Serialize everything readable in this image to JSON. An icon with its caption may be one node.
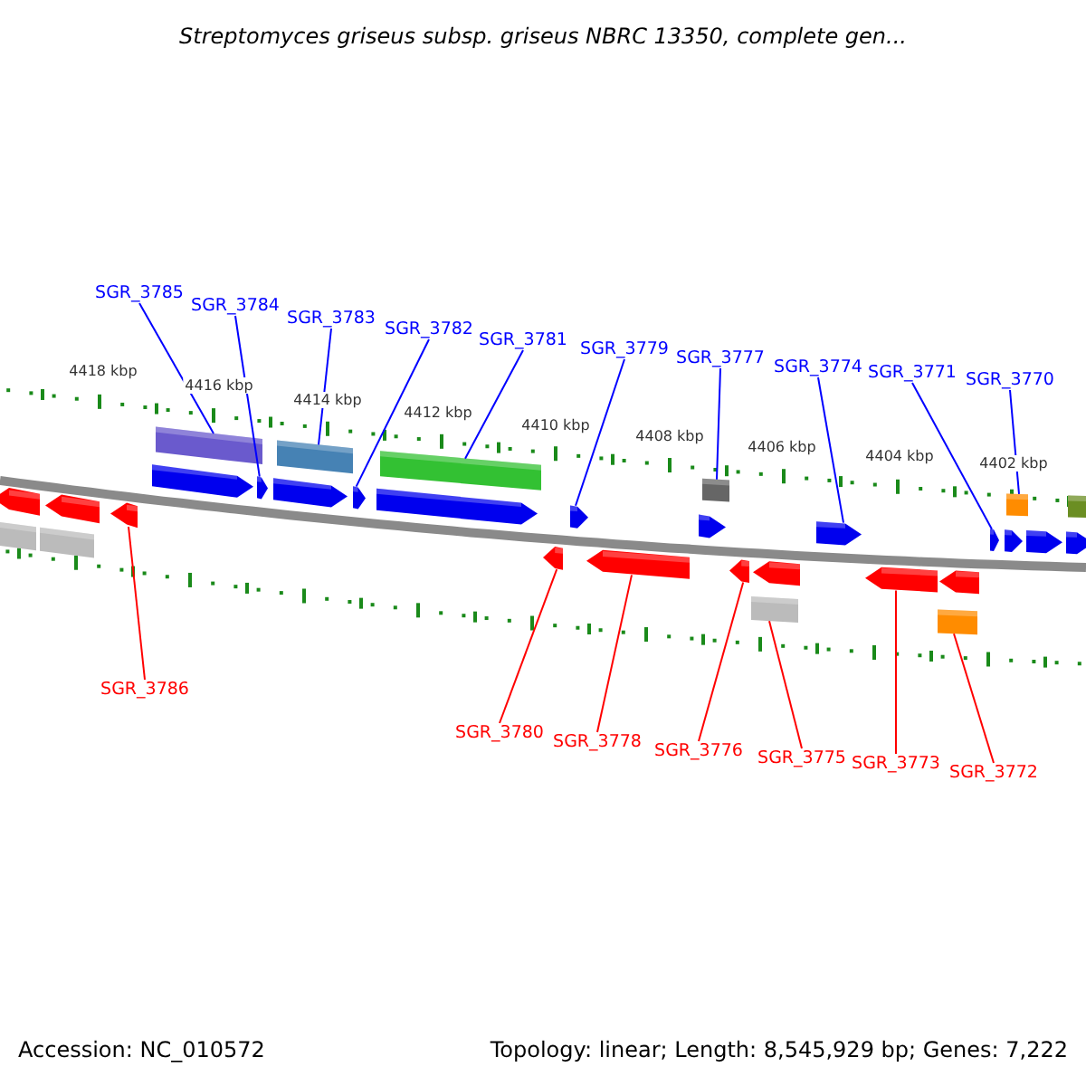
{
  "diagram": {
    "title": "Streptomyces griseus subsp. griseus NBRC 13350, complete gen...",
    "nodes": [
      {
        "text": [
          "SGR_3785"
        ]
      },
      {
        "text": [
          "SGR_3784"
        ]
      },
      {
        "text": [
          "SGR_3783"
        ]
      },
      {
        "text": [
          "SGR_3782"
        ]
      },
      {
        "text": [
          "SGR_3781"
        ]
      },
      {
        "text": [
          "SGR_3779"
        ]
      },
      {
        "text": [
          "SGR_3777"
        ]
      },
      {
        "text": [
          "SGR_3774"
        ]
      },
      {
        "text": [
          "SGR_3771"
        ]
      },
      {
        "text": [
          "SGR_3770"
        ]
      },
      {
        "text": [
          "SGR_3786"
        ]
      },
      {
        "text": [
          "SGR_3780"
        ]
      },
      {
        "text": [
          "SGR_3778"
        ]
      },
      {
        "text": [
          "SGR_3776"
        ]
      },
      {
        "text": [
          "SGR_3775"
        ]
      },
      {
        "text": [
          "SGR_3773"
        ]
      },
      {
        "text": [
          "SGR_3772"
        ]
      },
      {
        "text": [],
        "shape": "arrow"
      },
      {
        "text": [],
        "shape": "bar"
      },
      {
        "text": [],
        "shape": "bar"
      },
      {
        "text": [],
        "shape": "arrow"
      },
      {
        "text": [],
        "shape": "arrow"
      },
      {
        "text": [],
        "shape": "arrow"
      },
      {
        "text": [],
        "shape": "bar"
      },
      {
        "text": [],
        "shape": "arrow"
      },
      {
        "text": [],
        "shape": "arrow"
      },
      {
        "text": [],
        "shape": "bar"
      },
      {
        "text": [],
        "shape": "arrow"
      },
      {
        "text": [],
        "shape": "arrow"
      },
      {
        "text": [],
        "shape": "bar"
      },
      {
        "text": [],
        "shape": "arrow"
      },
      {
        "text": [],
        "shape": "arrow"
      },
      {
        "text": [],
        "shape": "arrow"
      },
      {
        "text": [],
        "shape": "arrow"
      },
      {
        "text": [],
        "shape": "bar"
      },
      {
        "text": [],
        "shape": "arrow"
      },
      {
        "text": [],
        "shape": "bar"
      },
      {
        "text": [],
        "shape": "arrow"
      },
      {
        "text": [],
        "shape": "arrow"
      },
      {
        "text": [],
        "shape": "arrow"
      },
      {
        "text": [],
        "shape": "bar"
      },
      {
        "text": [],
        "shape": "arrow"
      },
      {
        "text": [],
        "shape": "arrow"
      },
      {
        "text": [],
        "shape": "arrow"
      },
      {
        "text": [],
        "shape": "bar"
      },
      {
        "text": [],
        "shape": "arrow"
      },
      {
        "text": [],
        "shape": "arrow"
      },
      {
        "text": [],
        "shape": "bar"
      }
    ],
    "edges": [
      {
        "from": 0,
        "to": 23,
        "arrow": "none"
      },
      {
        "from": 1,
        "to": 24,
        "arrow": "none"
      },
      {
        "from": 2,
        "to": 26,
        "arrow": "none"
      },
      {
        "from": 3,
        "to": 27,
        "arrow": "none"
      },
      {
        "from": 4,
        "to": 29,
        "arrow": "none"
      },
      {
        "from": 5,
        "to": 31,
        "arrow": "none"
      },
      {
        "from": 6,
        "to": 34,
        "arrow": "none"
      },
      {
        "from": 7,
        "to": 38,
        "arrow": "none"
      },
      {
        "from": 8,
        "to": 42,
        "arrow": "none"
      },
      {
        "from": 9,
        "to": 44,
        "arrow": "none"
      },
      {
        "from": 10,
        "to": 21,
        "arrow": "none",
        "color": "#ff0000"
      },
      {
        "from": 11,
        "to": 30,
        "arrow": "none",
        "color": "#ff0000"
      },
      {
        "from": 12,
        "to": 32,
        "arrow": "none",
        "color": "#ff0000"
      },
      {
        "from": 13,
        "to": 35,
        "arrow": "none",
        "color": "#ff0000"
      },
      {
        "from": 14,
        "to": 36,
        "arrow": "none",
        "color": "#ff0000"
      },
      {
        "from": 15,
        "to": 39,
        "arrow": "none",
        "color": "#ff0000"
      },
      {
        "from": 16,
        "to": 40,
        "arrow": "none",
        "color": "#ff0000"
      }
    ],
    "labels": [
      "4418 kbp",
      "4416 kbp",
      "4414 kbp",
      "4412 kbp",
      "4410 kbp",
      "4408 kbp",
      "4406 kbp",
      "4404 kbp",
      "4402 kbp",
      "Accession: NC_010572",
      "Topology: linear; Length: 8,545,929 bp; Genes: 7,222"
    ]
  }
}
